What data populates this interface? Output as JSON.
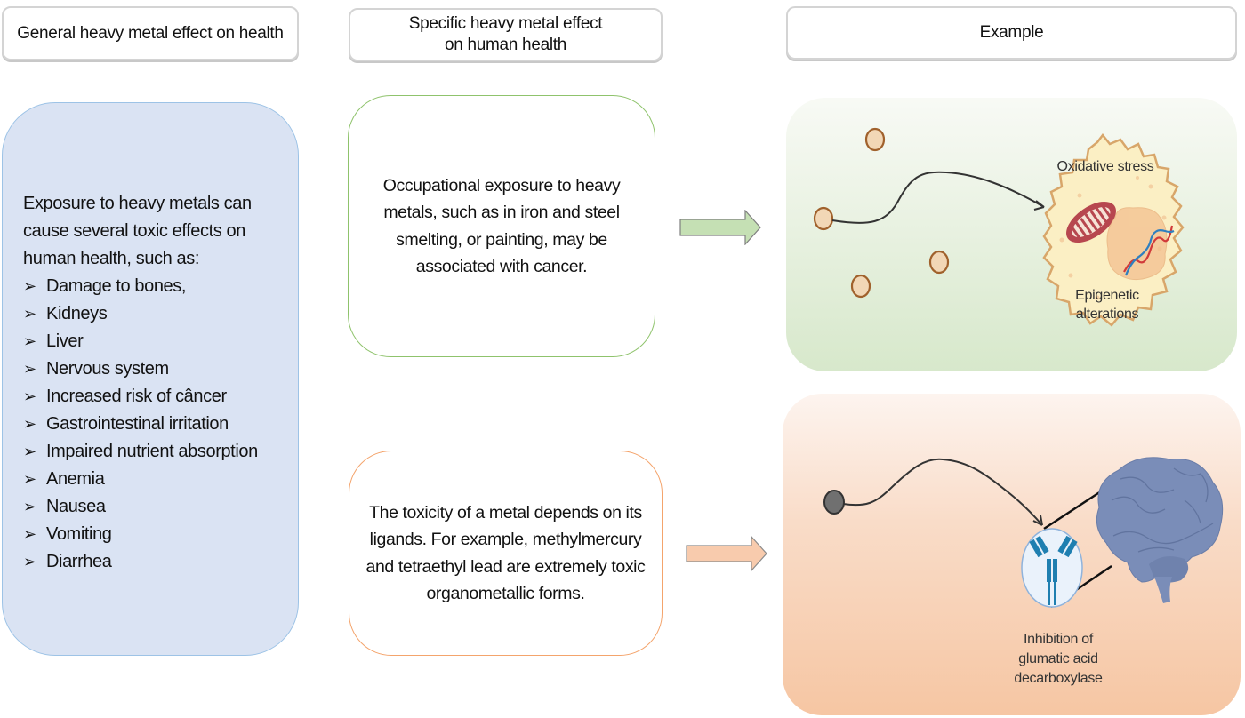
{
  "headers": {
    "general": "General heavy metal effect on health",
    "specific_line1": "Specific heavy metal effect",
    "specific_line2": "on human health",
    "example": "Example"
  },
  "general_box": {
    "intro": "Exposure to heavy metals can cause several toxic effects on human health, such as:",
    "bullet_icon": "arrowhead-bullet",
    "items": [
      "Damage to bones,",
      "Kidneys",
      "Liver",
      "Nervous system",
      "Increased risk of câncer",
      "Gastrointestinal irritation",
      "Impaired nutrient absorption",
      "Anemia",
      "Nausea",
      "Vomiting",
      "Diarrhea"
    ]
  },
  "specific_boxes": [
    {
      "text": "Occupational exposure to heavy metals, such as in iron and steel smelting, or painting, may be associated with cancer.",
      "border_color": "#8fc36c"
    },
    {
      "text": "The toxicity of a metal depends on its ligands. For example, methylmercury and tetraethyl lead are extremely toxic organometallic forms.",
      "border_color": "#f4a46c"
    }
  ],
  "arrows": [
    {
      "icon": "right-arrow-icon",
      "fill": "#c5e0b4",
      "stroke": "#7f7f7f"
    },
    {
      "icon": "right-arrow-icon",
      "fill": "#f8cbad",
      "stroke": "#8c8c8c"
    }
  ],
  "examples": [
    {
      "labels": {
        "top": "Oxidative stress",
        "bottom_line1": "Epigenetic",
        "bottom_line2": "alterations"
      },
      "icons": [
        "metal-particle-icon",
        "cell-icon",
        "mitochondrion-icon",
        "nucleus-icon",
        "dna-icon"
      ],
      "colors": {
        "particle_fill": "#f2d7b6",
        "particle_stroke": "#a0612c",
        "cell_fill": "#fbefc4",
        "cell_stroke": "#d8a66a",
        "mito": "#b7474f"
      }
    },
    {
      "labels": {
        "line1": "Inhibition of",
        "line2": "glumatic acid",
        "line3": "decarboxylase"
      },
      "icons": [
        "metal-particle-icon",
        "antibody-icon",
        "brain-icon"
      ],
      "colors": {
        "particle_fill": "#707070",
        "antibody": "#1f7fb0",
        "brain": "#7a8db8"
      }
    }
  ]
}
